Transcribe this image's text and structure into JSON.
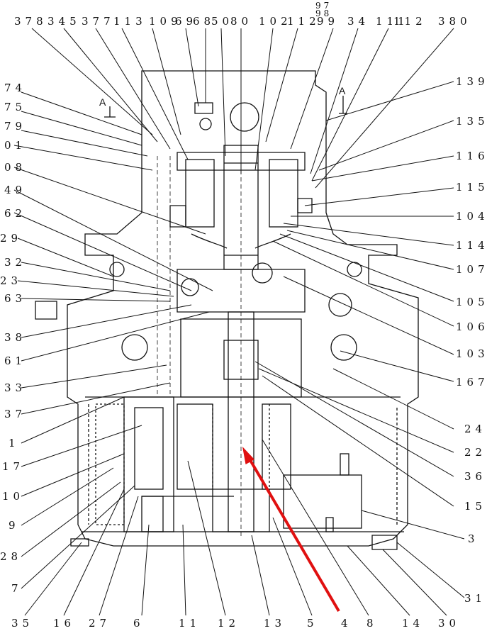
{
  "drawing": {
    "section_mark": "A",
    "colors": {
      "ink": "#111111",
      "pointer": "#e01010",
      "background": "#ffffff"
    }
  },
  "callouts": {
    "top": [
      "378",
      "345",
      "377",
      "113",
      "109",
      "69",
      "68",
      "50",
      "80",
      "102",
      "112",
      "97",
      "98",
      "99",
      "34",
      "111",
      "112",
      "380"
    ],
    "left": [
      "74",
      "75",
      "79",
      "01",
      "08",
      "49",
      "62",
      "29",
      "32",
      "23",
      "63",
      "38",
      "61",
      "33",
      "37",
      "1",
      "17",
      "10",
      "9",
      "28",
      "7"
    ],
    "right": [
      "139",
      "135",
      "116",
      "115",
      "104",
      "114",
      "107",
      "105",
      "106",
      "103",
      "167",
      "24",
      "22",
      "36",
      "15",
      "3",
      "31"
    ],
    "bottom": [
      "35",
      "16",
      "27",
      "6",
      "11",
      "12",
      "13",
      "5",
      "4",
      "8",
      "14",
      "30"
    ]
  }
}
